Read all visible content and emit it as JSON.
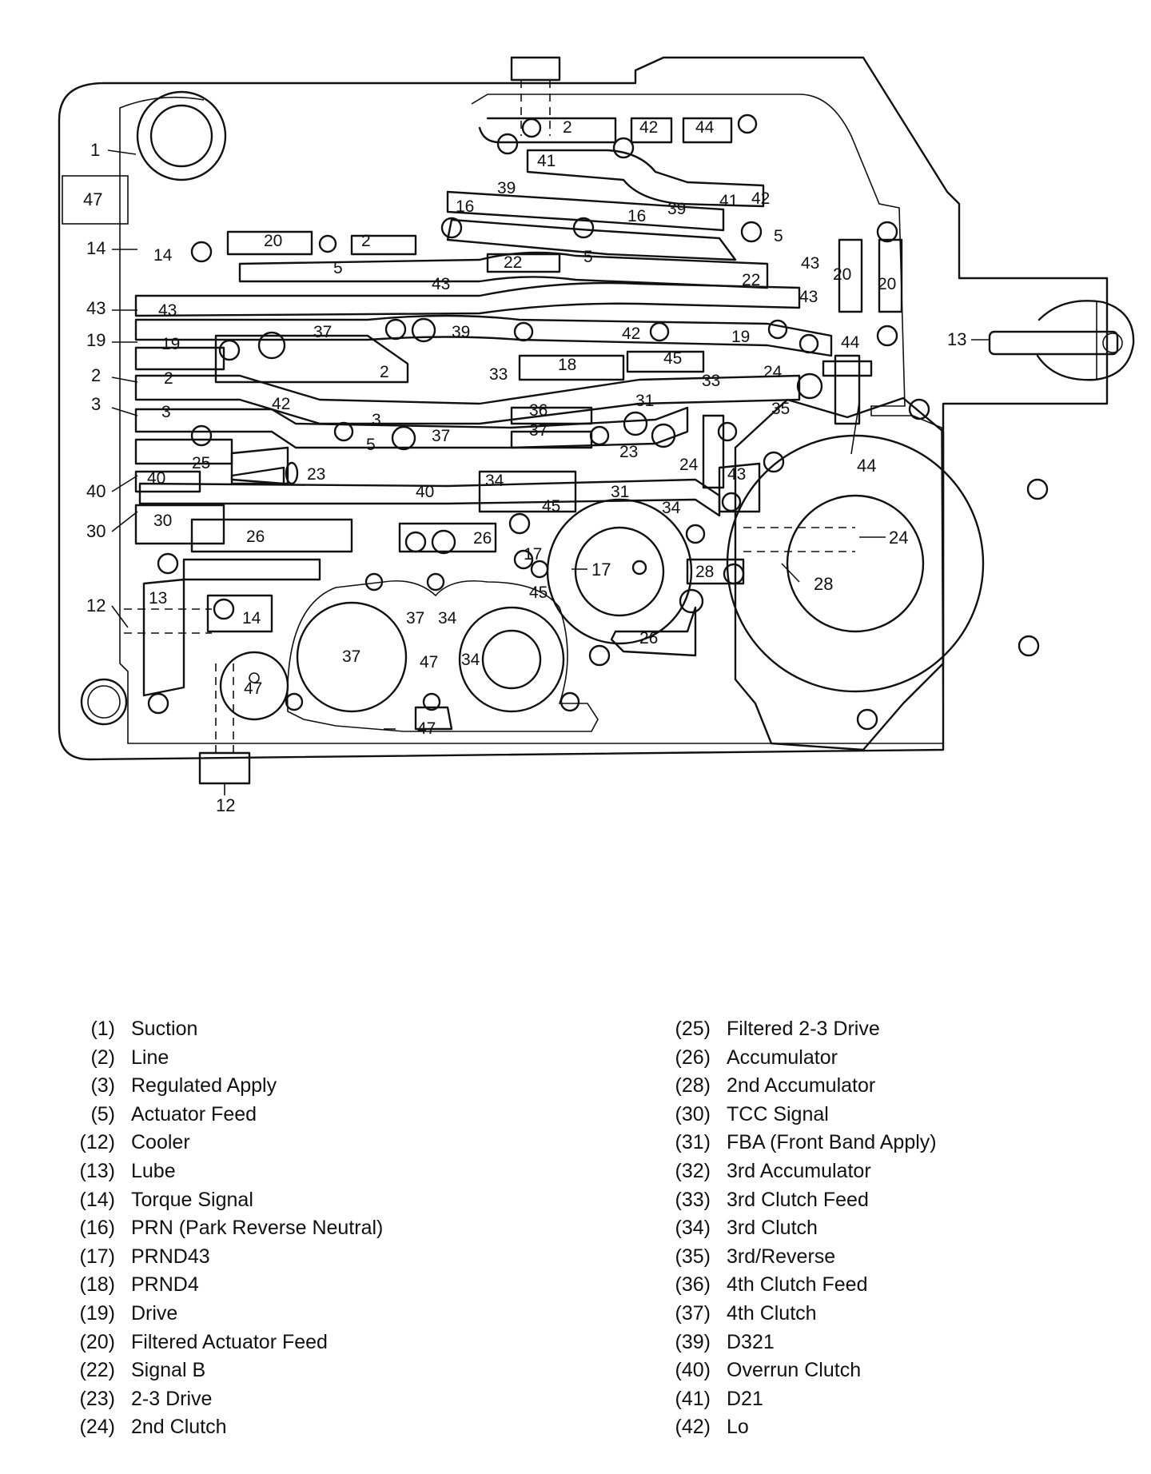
{
  "diagram": {
    "callouts": {
      "c1": "1",
      "c47": "47",
      "c14": "14",
      "c43": "43",
      "c19": "19",
      "c2": "2",
      "c3": "3",
      "c40": "40",
      "c30": "30",
      "c12": "12",
      "c13": "13",
      "c24": "24",
      "c28": "28",
      "c44": "44",
      "c17": "17",
      "c12b": "12"
    },
    "passage_labels": {
      "p2a": "2",
      "p42a": "42",
      "p44a": "44",
      "p41": "41",
      "p39a": "39",
      "p41b": "41",
      "p42b": "42",
      "p16a": "16",
      "p16b": "16",
      "p39b": "39",
      "p5a": "5",
      "p20a": "20",
      "p2b": "2",
      "p5b": "5",
      "p22a": "22",
      "p5c": "5",
      "p43a": "43",
      "p22b": "22",
      "p43b": "43",
      "p20b": "20",
      "p20c": "20",
      "p43c": "43",
      "p43d": "43",
      "p44b": "44",
      "p37a": "37",
      "p39c": "39",
      "p42c": "42",
      "p19": "19",
      "p19b": "19",
      "p45a": "45",
      "p18": "18",
      "p33a": "33",
      "p33b": "33",
      "p24a": "24",
      "p2c": "2",
      "p2d": "2",
      "p42d": "42",
      "p31a": "31",
      "p36": "36",
      "p35": "35",
      "p3a": "3",
      "p3b": "3",
      "p37b": "37",
      "p37c": "37",
      "p5d": "5",
      "p23a": "23",
      "p25": "25",
      "p23b": "23",
      "p24b": "24",
      "p43e": "43",
      "p40a": "40",
      "p40b": "40",
      "p34a": "34",
      "p31b": "31",
      "p45b": "45",
      "p34b": "34",
      "p30": "30",
      "p26a": "26",
      "p26b": "26",
      "p17": "17",
      "p28": "28",
      "p13": "13",
      "p14": "14",
      "p37d": "37",
      "p34c": "34",
      "p45c": "45",
      "p37e": "37",
      "p47a": "47",
      "p34d": "34",
      "p26c": "26",
      "p47b": "47",
      "p47c": "47",
      "p14b": "14"
    }
  },
  "legend": {
    "left": [
      {
        "code": "(1)",
        "name": "Suction"
      },
      {
        "code": "(2)",
        "name": "Line"
      },
      {
        "code": "(3)",
        "name": "Regulated Apply"
      },
      {
        "code": "(5)",
        "name": "Actuator Feed"
      },
      {
        "code": "(12)",
        "name": "Cooler"
      },
      {
        "code": "(13)",
        "name": "Lube"
      },
      {
        "code": "(14)",
        "name": "Torque Signal"
      },
      {
        "code": "(16)",
        "name": "PRN (Park Reverse Neutral)"
      },
      {
        "code": "(17)",
        "name": "PRND43"
      },
      {
        "code": "(18)",
        "name": "PRND4"
      },
      {
        "code": "(19)",
        "name": "Drive"
      },
      {
        "code": "(20)",
        "name": "Filtered Actuator Feed"
      },
      {
        "code": "(22)",
        "name": "Signal B"
      },
      {
        "code": "(23)",
        "name": "2-3 Drive"
      },
      {
        "code": "(24)",
        "name": "2nd Clutch"
      }
    ],
    "right": [
      {
        "code": "(25)",
        "name": "Filtered 2-3 Drive"
      },
      {
        "code": "(26)",
        "name": "Accumulator"
      },
      {
        "code": "(28)",
        "name": "2nd Accumulator"
      },
      {
        "code": "(30)",
        "name": "TCC Signal"
      },
      {
        "code": "(31)",
        "name": "FBA (Front Band Apply)"
      },
      {
        "code": "(32)",
        "name": "3rd Accumulator"
      },
      {
        "code": "(33)",
        "name": "3rd Clutch Feed"
      },
      {
        "code": "(34)",
        "name": "3rd Clutch"
      },
      {
        "code": "(35)",
        "name": "3rd/Reverse"
      },
      {
        "code": "(36)",
        "name": "4th Clutch Feed"
      },
      {
        "code": "(37)",
        "name": "4th Clutch"
      },
      {
        "code": "(39)",
        "name": "D321"
      },
      {
        "code": "(40)",
        "name": "Overrun Clutch"
      },
      {
        "code": "(41)",
        "name": "D21"
      },
      {
        "code": "(42)",
        "name": "Lo"
      }
    ]
  }
}
